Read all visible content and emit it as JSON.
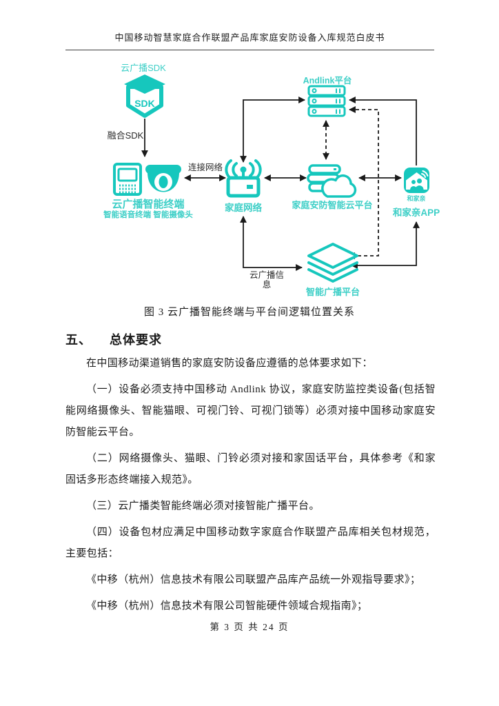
{
  "header": {
    "title": "中国移动智慧家庭合作联盟产品库家庭安防设备入库规范白皮书"
  },
  "diagram": {
    "labels": {
      "sdk": "云广播SDK",
      "sdk_text": "SDK",
      "fuse_sdk": "融合SDK",
      "terminal": "云广播智能终端",
      "terminal_sub": "智能语音终端 智能摄像头",
      "connect_net": "连接网络",
      "home_net": "家庭网络",
      "andlink": "Andlink平台",
      "security_cloud": "家庭安防智能云平台",
      "app_icon_caption": "和家亲",
      "app": "和家亲APP",
      "broadcast_info": "云广播信息",
      "broadcast_platform": "智能广播平台"
    },
    "colors": {
      "icon_teal": "#16C7BD",
      "label_teal": "#3DCFC7",
      "line_black": "#1a1a1a"
    },
    "caption": "图 3  云广播智能终端与平台间逻辑位置关系"
  },
  "section": {
    "heading_num": "五、",
    "heading_text": "总体要求",
    "paragraphs": [
      "在中国移动渠道销售的家庭安防设备应遵循的总体要求如下：",
      "（一）设备必须支持中国移动 Andlink 协议，家庭安防监控类设备(包括智能网络摄像头、智能猫眼、可视门铃、可视门锁等）必须对接中国移动家庭安防智能云平台。",
      "（二）网络摄像头、猫眼、门铃必须对接和家固话平台，具体参考《和家固话多形态终端接入规范》。",
      "（三）云广播类智能终端必须对接智能广播平台。",
      "（四）设备包材应满足中国移动数字家庭合作联盟产品库相关包材规范，主要包括：",
      "《中移（杭州）信息技术有限公司联盟产品库产品统一外观指导要求》；",
      "《中移（杭州）信息技术有限公司智能硬件领域合规指南》；"
    ]
  },
  "footer": {
    "page": "第 3 页 共 24 页"
  }
}
